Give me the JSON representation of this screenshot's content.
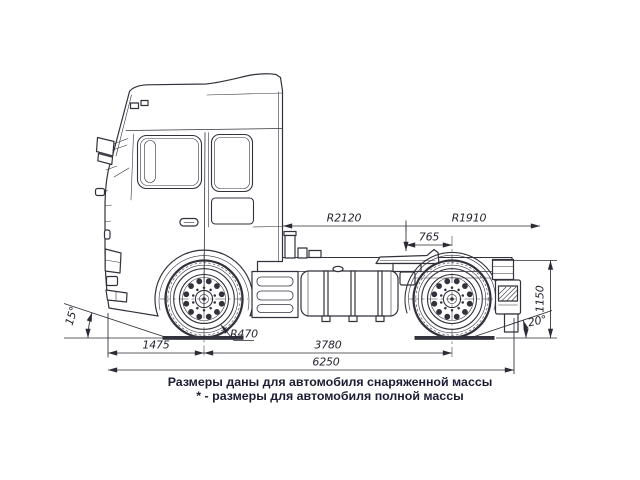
{
  "caption": {
    "line1": "Размеры даны для автомобиля снаряженной массы",
    "line2": "* - размеры для автомобиля полной массы"
  },
  "dims": {
    "cab_rear_swing_radius": "R2120",
    "rear_overhang_swing_radius": "R1910",
    "kingpin_to_rear_axle": "765",
    "fifth_wheel_height": "1150",
    "front_overhang": "1475",
    "wheelbase": "3780",
    "overall_length": "6250",
    "tire_static_radius": "R470",
    "approach_angle": "15°",
    "departure_angle": "20°"
  },
  "colors": {
    "ink": "#32323c",
    "dimension": "#2b2b35",
    "caption_text": "#1b1b33",
    "background": "#ffffff"
  }
}
